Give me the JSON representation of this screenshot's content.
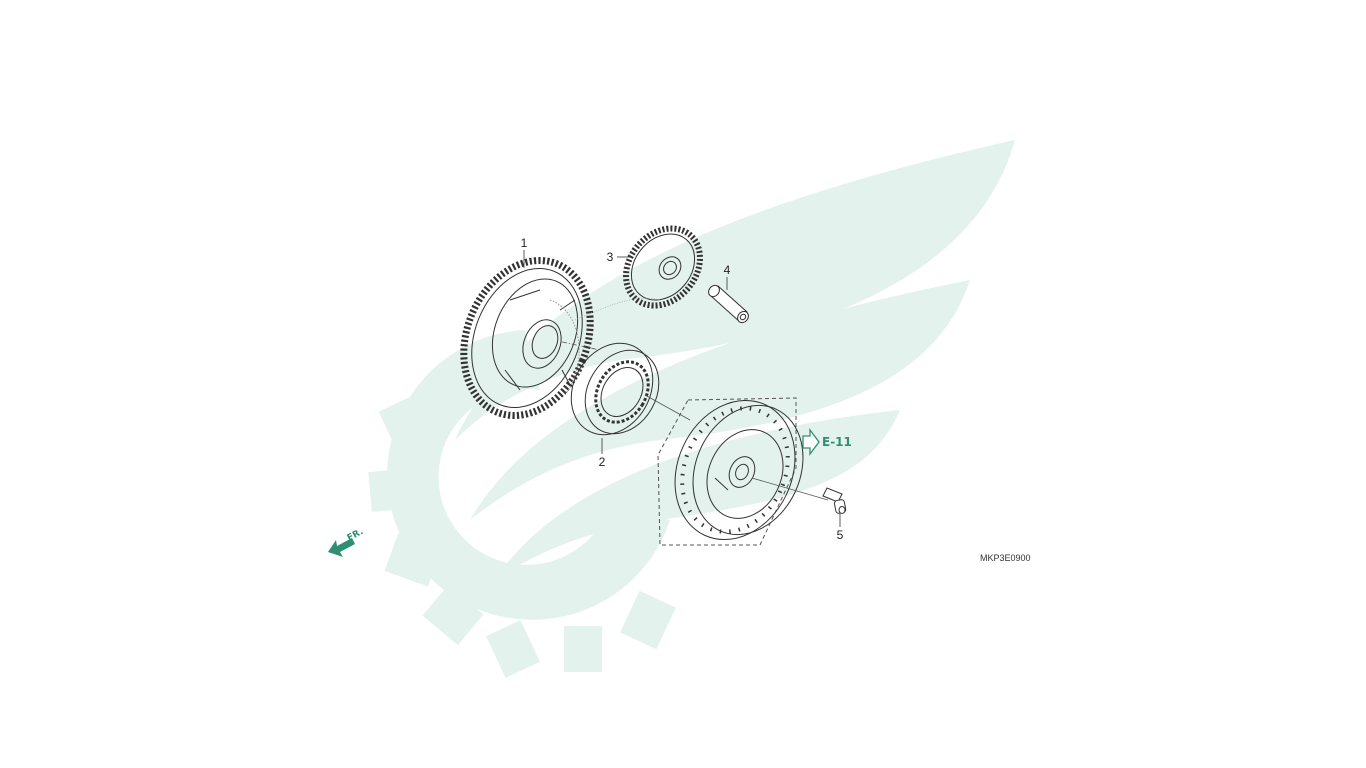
{
  "diagram": {
    "callouts": {
      "p1": "1",
      "p2": "2",
      "p3": "3",
      "p4": "4",
      "p5": "5"
    },
    "reference_label": "E-11",
    "direction_label": "FR.",
    "drawing_code": "MKP3E0900",
    "watermark": "gear-and-wing-logo",
    "colors": {
      "line": "#333333",
      "accent": "#2f8f72",
      "watermark": "#e3f2ec"
    }
  }
}
